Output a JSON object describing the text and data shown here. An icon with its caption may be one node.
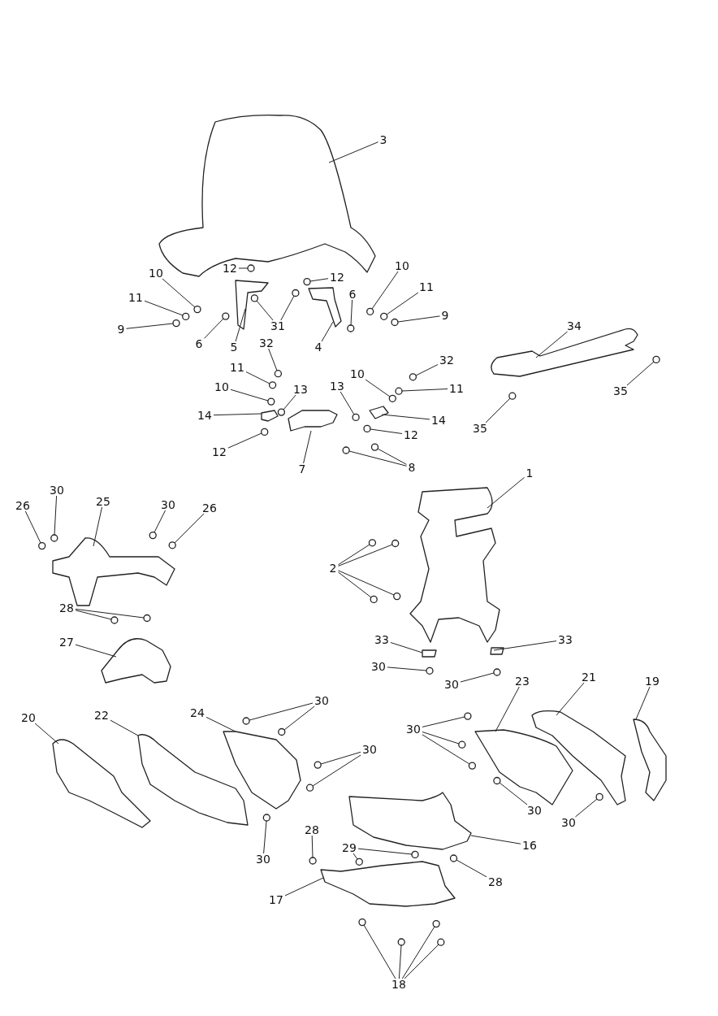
{
  "diagram": {
    "nodes": [
      {
        "text": [
          "3"
        ]
      },
      {
        "text": [
          "12"
        ]
      },
      {
        "text": [
          "12"
        ]
      },
      {
        "text": [
          "10"
        ]
      },
      {
        "text": [
          "10"
        ]
      },
      {
        "text": [
          "11"
        ]
      },
      {
        "text": [
          "11"
        ]
      },
      {
        "text": [
          "9"
        ]
      },
      {
        "text": [
          "9"
        ]
      },
      {
        "text": [
          "6"
        ]
      },
      {
        "text": [
          "6"
        ]
      },
      {
        "text": [
          "31"
        ]
      },
      {
        "text": [
          "5"
        ]
      },
      {
        "text": [
          "4"
        ]
      },
      {
        "text": [
          "32"
        ]
      },
      {
        "text": [
          "32"
        ]
      },
      {
        "text": [
          "11"
        ]
      },
      {
        "text": [
          "11"
        ]
      },
      {
        "text": [
          "10"
        ]
      },
      {
        "text": [
          "10"
        ]
      },
      {
        "text": [
          "13"
        ]
      },
      {
        "text": [
          "13"
        ]
      },
      {
        "text": [
          "14"
        ]
      },
      {
        "text": [
          "14"
        ]
      },
      {
        "text": [
          "12"
        ]
      },
      {
        "text": [
          "12"
        ]
      },
      {
        "text": [
          "7"
        ]
      },
      {
        "text": [
          "8"
        ]
      },
      {
        "text": [
          "34"
        ]
      },
      {
        "text": [
          "35"
        ]
      },
      {
        "text": [
          "35"
        ]
      },
      {
        "text": [
          "1"
        ]
      },
      {
        "text": [
          "2"
        ]
      },
      {
        "text": [
          "30"
        ]
      },
      {
        "text": [
          "26"
        ]
      },
      {
        "text": [
          "25"
        ]
      },
      {
        "text": [
          "30"
        ]
      },
      {
        "text": [
          "26"
        ]
      },
      {
        "text": [
          "28"
        ]
      },
      {
        "text": [
          "27"
        ]
      },
      {
        "text": [
          "33"
        ]
      },
      {
        "text": [
          "33"
        ]
      },
      {
        "text": [
          "30"
        ]
      },
      {
        "text": [
          "30"
        ]
      },
      {
        "text": [
          "23"
        ]
      },
      {
        "text": [
          "21"
        ]
      },
      {
        "text": [
          "19"
        ]
      },
      {
        "text": [
          "30"
        ]
      },
      {
        "text": [
          "20"
        ]
      },
      {
        "text": [
          "22"
        ]
      },
      {
        "text": [
          "24"
        ]
      },
      {
        "text": [
          "30"
        ]
      },
      {
        "text": [
          "30"
        ]
      },
      {
        "text": [
          "30"
        ]
      },
      {
        "text": [
          "30"
        ]
      },
      {
        "text": [
          "30"
        ]
      },
      {
        "text": [
          "16"
        ]
      },
      {
        "text": [
          "28"
        ]
      },
      {
        "text": [
          "29"
        ]
      },
      {
        "text": [
          "28"
        ]
      },
      {
        "text": [
          "17"
        ]
      },
      {
        "text": [
          "18"
        ]
      },
      {
        "text": [],
        "shape": "picture"
      },
      {
        "text": [],
        "shape": "circle"
      },
      {
        "text": [],
        "shape": "circle"
      },
      {
        "text": [],
        "shape": "circle"
      },
      {
        "text": [],
        "shape": "circle"
      },
      {
        "text": [],
        "shape": "circle"
      },
      {
        "text": [],
        "shape": "circle"
      },
      {
        "text": [],
        "shape": "circle"
      },
      {
        "text": [],
        "shape": "circle"
      },
      {
        "text": [],
        "shape": "circle"
      },
      {
        "text": [],
        "shape": "circle"
      },
      {
        "text": [],
        "shape": "circle"
      },
      {
        "text": [],
        "shape": "circle"
      },
      {
        "text": [],
        "shape": "picture"
      },
      {
        "text": [],
        "shape": "picture"
      },
      {
        "text": [],
        "shape": "circle"
      },
      {
        "text": [],
        "shape": "circle"
      },
      {
        "text": [],
        "shape": "circle"
      },
      {
        "text": [],
        "shape": "circle"
      },
      {
        "text": [],
        "shape": "circle"
      },
      {
        "text": [],
        "shape": "circle"
      },
      {
        "text": [],
        "shape": "circle"
      },
      {
        "text": [],
        "shape": "circle"
      },
      {
        "text": [],
        "shape": "picture"
      },
      {
        "text": [],
        "shape": "picture"
      },
      {
        "text": [],
        "shape": "circle"
      },
      {
        "text": [],
        "shape": "circle"
      },
      {
        "text": [],
        "shape": "picture"
      },
      {
        "text": [],
        "shape": "circle"
      },
      {
        "text": [],
        "shape": "circle"
      },
      {
        "text": [],
        "shape": "picture"
      },
      {
        "text": [],
        "shape": "circle"
      },
      {
        "text": [],
        "shape": "circle"
      },
      {
        "text": [],
        "shape": "picture"
      },
      {
        "text": [],
        "shape": "circle"
      },
      {
        "text": [],
        "shape": "circle"
      },
      {
        "text": [],
        "shape": "circle"
      },
      {
        "text": [],
        "shape": "circle"
      },
      {
        "text": [],
        "shape": "circle"
      },
      {
        "text": [],
        "shape": "circle"
      },
      {
        "text": [],
        "shape": "picture"
      },
      {
        "text": [],
        "shape": "circle"
      },
      {
        "text": [],
        "shape": "circle"
      },
      {
        "text": [],
        "shape": "circle"
      },
      {
        "text": [],
        "shape": "circle"
      },
      {
        "text": [],
        "shape": "picture"
      },
      {
        "text": [],
        "shape": "box"
      },
      {
        "text": [],
        "shape": "box"
      },
      {
        "text": [],
        "shape": "circle"
      },
      {
        "text": [],
        "shape": "circle"
      },
      {
        "text": [],
        "shape": "picture"
      },
      {
        "text": [],
        "shape": "picture"
      },
      {
        "text": [],
        "shape": "picture"
      },
      {
        "text": [],
        "shape": "circle"
      },
      {
        "text": [],
        "shape": "circle"
      },
      {
        "text": [],
        "shape": "circle"
      },
      {
        "text": [],
        "shape": "picture"
      },
      {
        "text": [],
        "shape": "picture"
      },
      {
        "text": [],
        "shape": "picture"
      },
      {
        "text": [],
        "shape": "circle"
      },
      {
        "text": [],
        "shape": "circle"
      },
      {
        "text": [],
        "shape": "circle"
      },
      {
        "text": [],
        "shape": "circle"
      },
      {
        "text": [],
        "shape": "circle"
      },
      {
        "text": [],
        "shape": "circle"
      },
      {
        "text": [],
        "shape": "circle"
      },
      {
        "text": [],
        "shape": "picture"
      },
      {
        "text": [],
        "shape": "circle"
      },
      {
        "text": [],
        "shape": "circle"
      },
      {
        "text": [],
        "shape": "circle"
      },
      {
        "text": [],
        "shape": "circle"
      },
      {
        "text": [],
        "shape": "picture"
      },
      {
        "text": [],
        "shape": "circle"
      },
      {
        "text": [],
        "shape": "circle"
      },
      {
        "text": [],
        "shape": "circle"
      },
      {
        "text": [],
        "shape": "circle"
      }
    ],
    "edges": [
      {
        "from": 0,
        "to": 62,
        "arrow": "none"
      },
      {
        "from": 1,
        "to": 63,
        "arrow": "none"
      },
      {
        "from": 2,
        "to": 64,
        "arrow": "none"
      },
      {
        "from": 3,
        "to": 65,
        "arrow": "none"
      },
      {
        "from": 4,
        "to": 66,
        "arrow": "none"
      },
      {
        "from": 5,
        "to": 67,
        "arrow": "none"
      },
      {
        "from": 6,
        "to": 68,
        "arrow": "none"
      },
      {
        "from": 7,
        "to": 69,
        "arrow": "none"
      },
      {
        "from": 8,
        "to": 70,
        "arrow": "none"
      },
      {
        "from": 9,
        "to": 71,
        "arrow": "none"
      },
      {
        "from": 10,
        "to": 72,
        "arrow": "none"
      },
      {
        "from": 11,
        "to": 73,
        "arrow": "none"
      },
      {
        "from": 11,
        "to": 74,
        "arrow": "none"
      },
      {
        "from": 12,
        "to": 75,
        "arrow": "none"
      },
      {
        "from": 13,
        "to": 76,
        "arrow": "none"
      },
      {
        "from": 14,
        "to": 77,
        "arrow": "none"
      },
      {
        "from": 15,
        "to": 78,
        "arrow": "none"
      },
      {
        "from": 16,
        "to": 79,
        "arrow": "none"
      },
      {
        "from": 17,
        "to": 80,
        "arrow": "none"
      },
      {
        "from": 18,
        "to": 81,
        "arrow": "none"
      },
      {
        "from": 19,
        "to": 82,
        "arrow": "none"
      },
      {
        "from": 20,
        "to": 83,
        "arrow": "none"
      },
      {
        "from": 21,
        "to": 84,
        "arrow": "none"
      },
      {
        "from": 22,
        "to": 85,
        "arrow": "none"
      },
      {
        "from": 23,
        "to": 86,
        "arrow": "none"
      },
      {
        "from": 24,
        "to": 87,
        "arrow": "none"
      },
      {
        "from": 25,
        "to": 88,
        "arrow": "none"
      },
      {
        "from": 26,
        "to": 89,
        "arrow": "none"
      },
      {
        "from": 27,
        "to": 90,
        "arrow": "none"
      },
      {
        "from": 27,
        "to": 91,
        "arrow": "none"
      },
      {
        "from": 28,
        "to": 92,
        "arrow": "none"
      },
      {
        "from": 29,
        "to": 93,
        "arrow": "none"
      },
      {
        "from": 30,
        "to": 94,
        "arrow": "none"
      },
      {
        "from": 31,
        "to": 95,
        "arrow": "none"
      },
      {
        "from": 32,
        "to": 96,
        "arrow": "none"
      },
      {
        "from": 32,
        "to": 97,
        "arrow": "none"
      },
      {
        "from": 32,
        "to": 98,
        "arrow": "none"
      },
      {
        "from": 32,
        "to": 99,
        "arrow": "none"
      },
      {
        "from": 33,
        "to": 100,
        "arrow": "none"
      },
      {
        "from": 34,
        "to": 101,
        "arrow": "none"
      },
      {
        "from": 35,
        "to": 102,
        "arrow": "none"
      },
      {
        "from": 36,
        "to": 103,
        "arrow": "none"
      },
      {
        "from": 37,
        "to": 104,
        "arrow": "none"
      },
      {
        "from": 38,
        "to": 105,
        "arrow": "none"
      },
      {
        "from": 38,
        "to": 106,
        "arrow": "none"
      },
      {
        "from": 39,
        "to": 107,
        "arrow": "none"
      },
      {
        "from": 40,
        "to": 108,
        "arrow": "none"
      },
      {
        "from": 41,
        "to": 109,
        "arrow": "none"
      },
      {
        "from": 42,
        "to": 110,
        "arrow": "none"
      },
      {
        "from": 43,
        "to": 111,
        "arrow": "none"
      },
      {
        "from": 44,
        "to": 112,
        "arrow": "none"
      },
      {
        "from": 45,
        "to": 113,
        "arrow": "none"
      },
      {
        "from": 46,
        "to": 114,
        "arrow": "none"
      },
      {
        "from": 47,
        "to": 115,
        "arrow": "none"
      },
      {
        "from": 47,
        "to": 116,
        "arrow": "none"
      },
      {
        "from": 47,
        "to": 117,
        "arrow": "none"
      },
      {
        "from": 48,
        "to": 118,
        "arrow": "none"
      },
      {
        "from": 49,
        "to": 119,
        "arrow": "none"
      },
      {
        "from": 50,
        "to": 120,
        "arrow": "none"
      },
      {
        "from": 51,
        "to": 121,
        "arrow": "none"
      },
      {
        "from": 51,
        "to": 122,
        "arrow": "none"
      },
      {
        "from": 52,
        "to": 123,
        "arrow": "none"
      },
      {
        "from": 52,
        "to": 124,
        "arrow": "none"
      },
      {
        "from": 53,
        "to": 125,
        "arrow": "none"
      },
      {
        "from": 54,
        "to": 126,
        "arrow": "none"
      },
      {
        "from": 55,
        "to": 127,
        "arrow": "none"
      },
      {
        "from": 56,
        "to": 128,
        "arrow": "none"
      },
      {
        "from": 57,
        "to": 129,
        "arrow": "none"
      },
      {
        "from": 58,
        "to": 130,
        "arrow": "none"
      },
      {
        "from": 58,
        "to": 131,
        "arrow": "none"
      },
      {
        "from": 59,
        "to": 132,
        "arrow": "none"
      },
      {
        "from": 60,
        "to": 133,
        "arrow": "none"
      },
      {
        "from": 61,
        "to": 134,
        "arrow": "none"
      },
      {
        "from": 61,
        "to": 135,
        "arrow": "none"
      },
      {
        "from": 61,
        "to": 136,
        "arrow": "none"
      },
      {
        "from": 61,
        "to": 137,
        "arrow": "none"
      }
    ]
  }
}
